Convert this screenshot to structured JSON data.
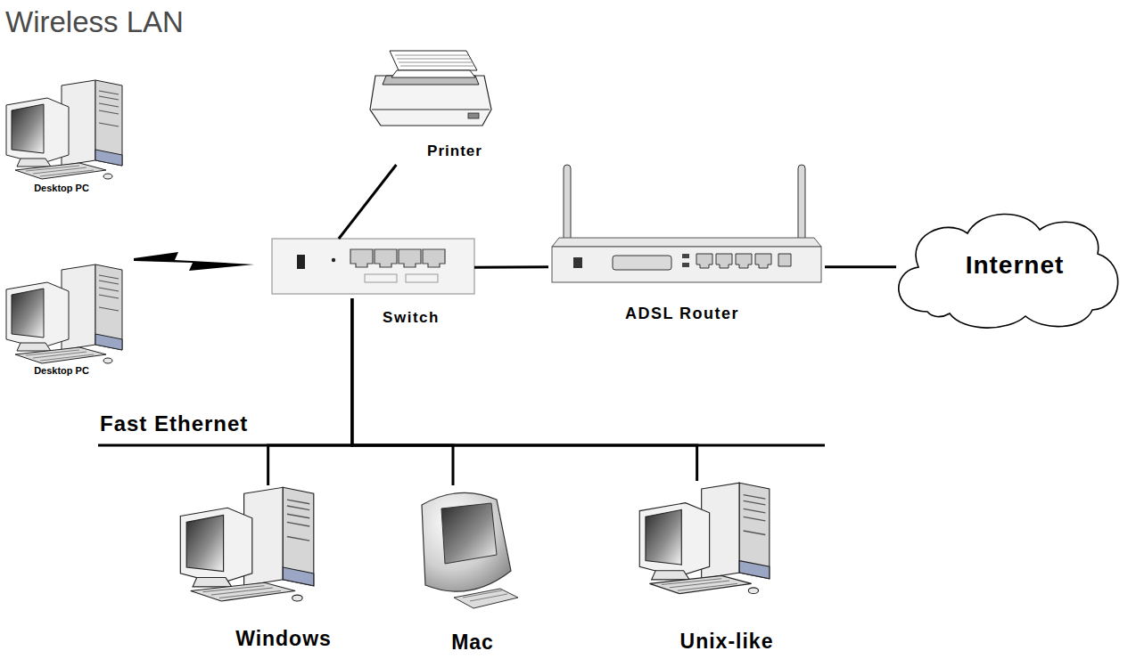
{
  "diagram": {
    "title": "Wireless LAN",
    "nodes": [
      {
        "text": [
          "Desktop PC"
        ]
      },
      {
        "text": [
          "Printer"
        ]
      },
      {
        "text": [
          "Switch"
        ]
      },
      {
        "text": [
          "ADSL Router"
        ]
      },
      {
        "text": [
          "Internet"
        ]
      },
      {
        "text": [
          "Desktop PC"
        ]
      },
      {
        "text": [
          "Windows"
        ]
      },
      {
        "text": [
          "Mac"
        ]
      },
      {
        "text": [
          "Unix-like"
        ]
      }
    ],
    "edges": [
      {
        "from": 1,
        "to": 2,
        "arrow": "none"
      },
      {
        "from": 2,
        "to": 3,
        "arrow": "none"
      },
      {
        "from": 3,
        "to": 4,
        "arrow": "none"
      },
      {
        "from": 2,
        "to": 6,
        "arrow": "none"
      },
      {
        "from": 2,
        "to": 7,
        "arrow": "none"
      },
      {
        "from": 2,
        "to": 8,
        "arrow": "none"
      }
    ],
    "labels": [
      "Fast Ethernet"
    ]
  }
}
